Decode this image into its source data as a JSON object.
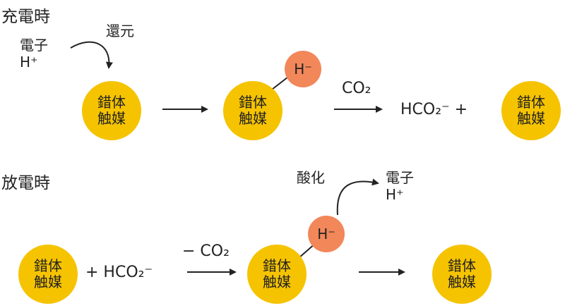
{
  "colors": {
    "catalyst": "#F5C300",
    "hydride": "#F2875A",
    "ink": "#222222"
  },
  "charge": {
    "title": "充電時",
    "electron_label": "電子\nH⁺",
    "reduction_label": "還元",
    "catalyst_label": "錯体\n触媒",
    "hydride_label": "H⁻",
    "co2_label": "CO₂",
    "formate_plus": "HCO₂⁻ +"
  },
  "discharge": {
    "title": "放電時",
    "catalyst_label": "錯体\n触媒",
    "plus_formate": "+ HCO₂⁻",
    "minus_co2": "− CO₂",
    "oxidation_label": "酸化",
    "electron_label": "電子\nH⁺",
    "hydride_label": "H⁻"
  }
}
